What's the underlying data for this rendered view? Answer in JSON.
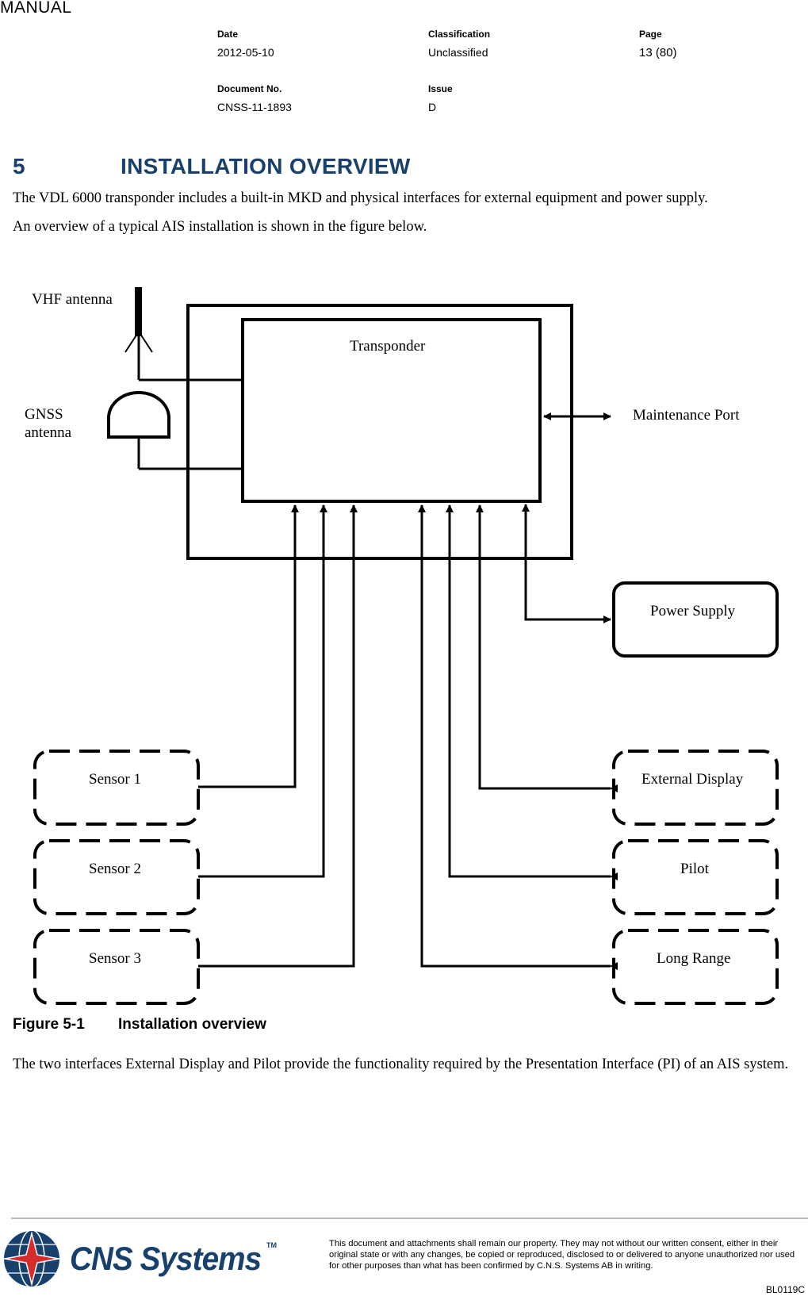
{
  "header": {
    "doc_type": "MANUAL",
    "date_label": "Date",
    "date_value": "2012-05-10",
    "classification_label": "Classification",
    "classification_value": "Unclassified",
    "page_label": "Page",
    "page_value": "13 (80)",
    "docno_label": "Document No.",
    "docno_value": "CNSS-11-1893",
    "issue_label": "Issue",
    "issue_value": "D"
  },
  "section": {
    "number": "5",
    "title": "INSTALLATION OVERVIEW",
    "para1": "The VDL 6000 transponder includes a built-in MKD and physical interfaces for external equipment and power supply.",
    "para2": "An overview of a typical AIS installation is shown in the figure below."
  },
  "diagram": {
    "vhf_antenna": "VHF antenna",
    "gnss_antenna_line1": "GNSS",
    "gnss_antenna_line2": "antenna",
    "transponder": "Transponder",
    "maintenance_port": "Maintenance Port",
    "power_supply": "Power Supply",
    "sensor1": "Sensor 1",
    "sensor2": "Sensor 2",
    "sensor3": "Sensor 3",
    "external_display": "External Display",
    "pilot": "Pilot",
    "long_range": "Long Range"
  },
  "figure": {
    "number": "Figure 5-1",
    "title": "Installation overview"
  },
  "body_after": {
    "para": "The two interfaces External Display and Pilot provide the functionality required by the Presentation Interface (PI) of an AIS system."
  },
  "footer": {
    "logo_text": "CNS Systems",
    "logo_tm": "TM",
    "notice": "This document and attachments shall remain our property. They may not without our written consent, either in their original state or with any changes, be copied or reproduced, disclosed to or delivered to anyone unauthorized nor used for other purposes than what has been confirmed by C.N.S. Systems AB in writing.",
    "code": "BL0119C",
    "brand_color": "#17406d"
  }
}
